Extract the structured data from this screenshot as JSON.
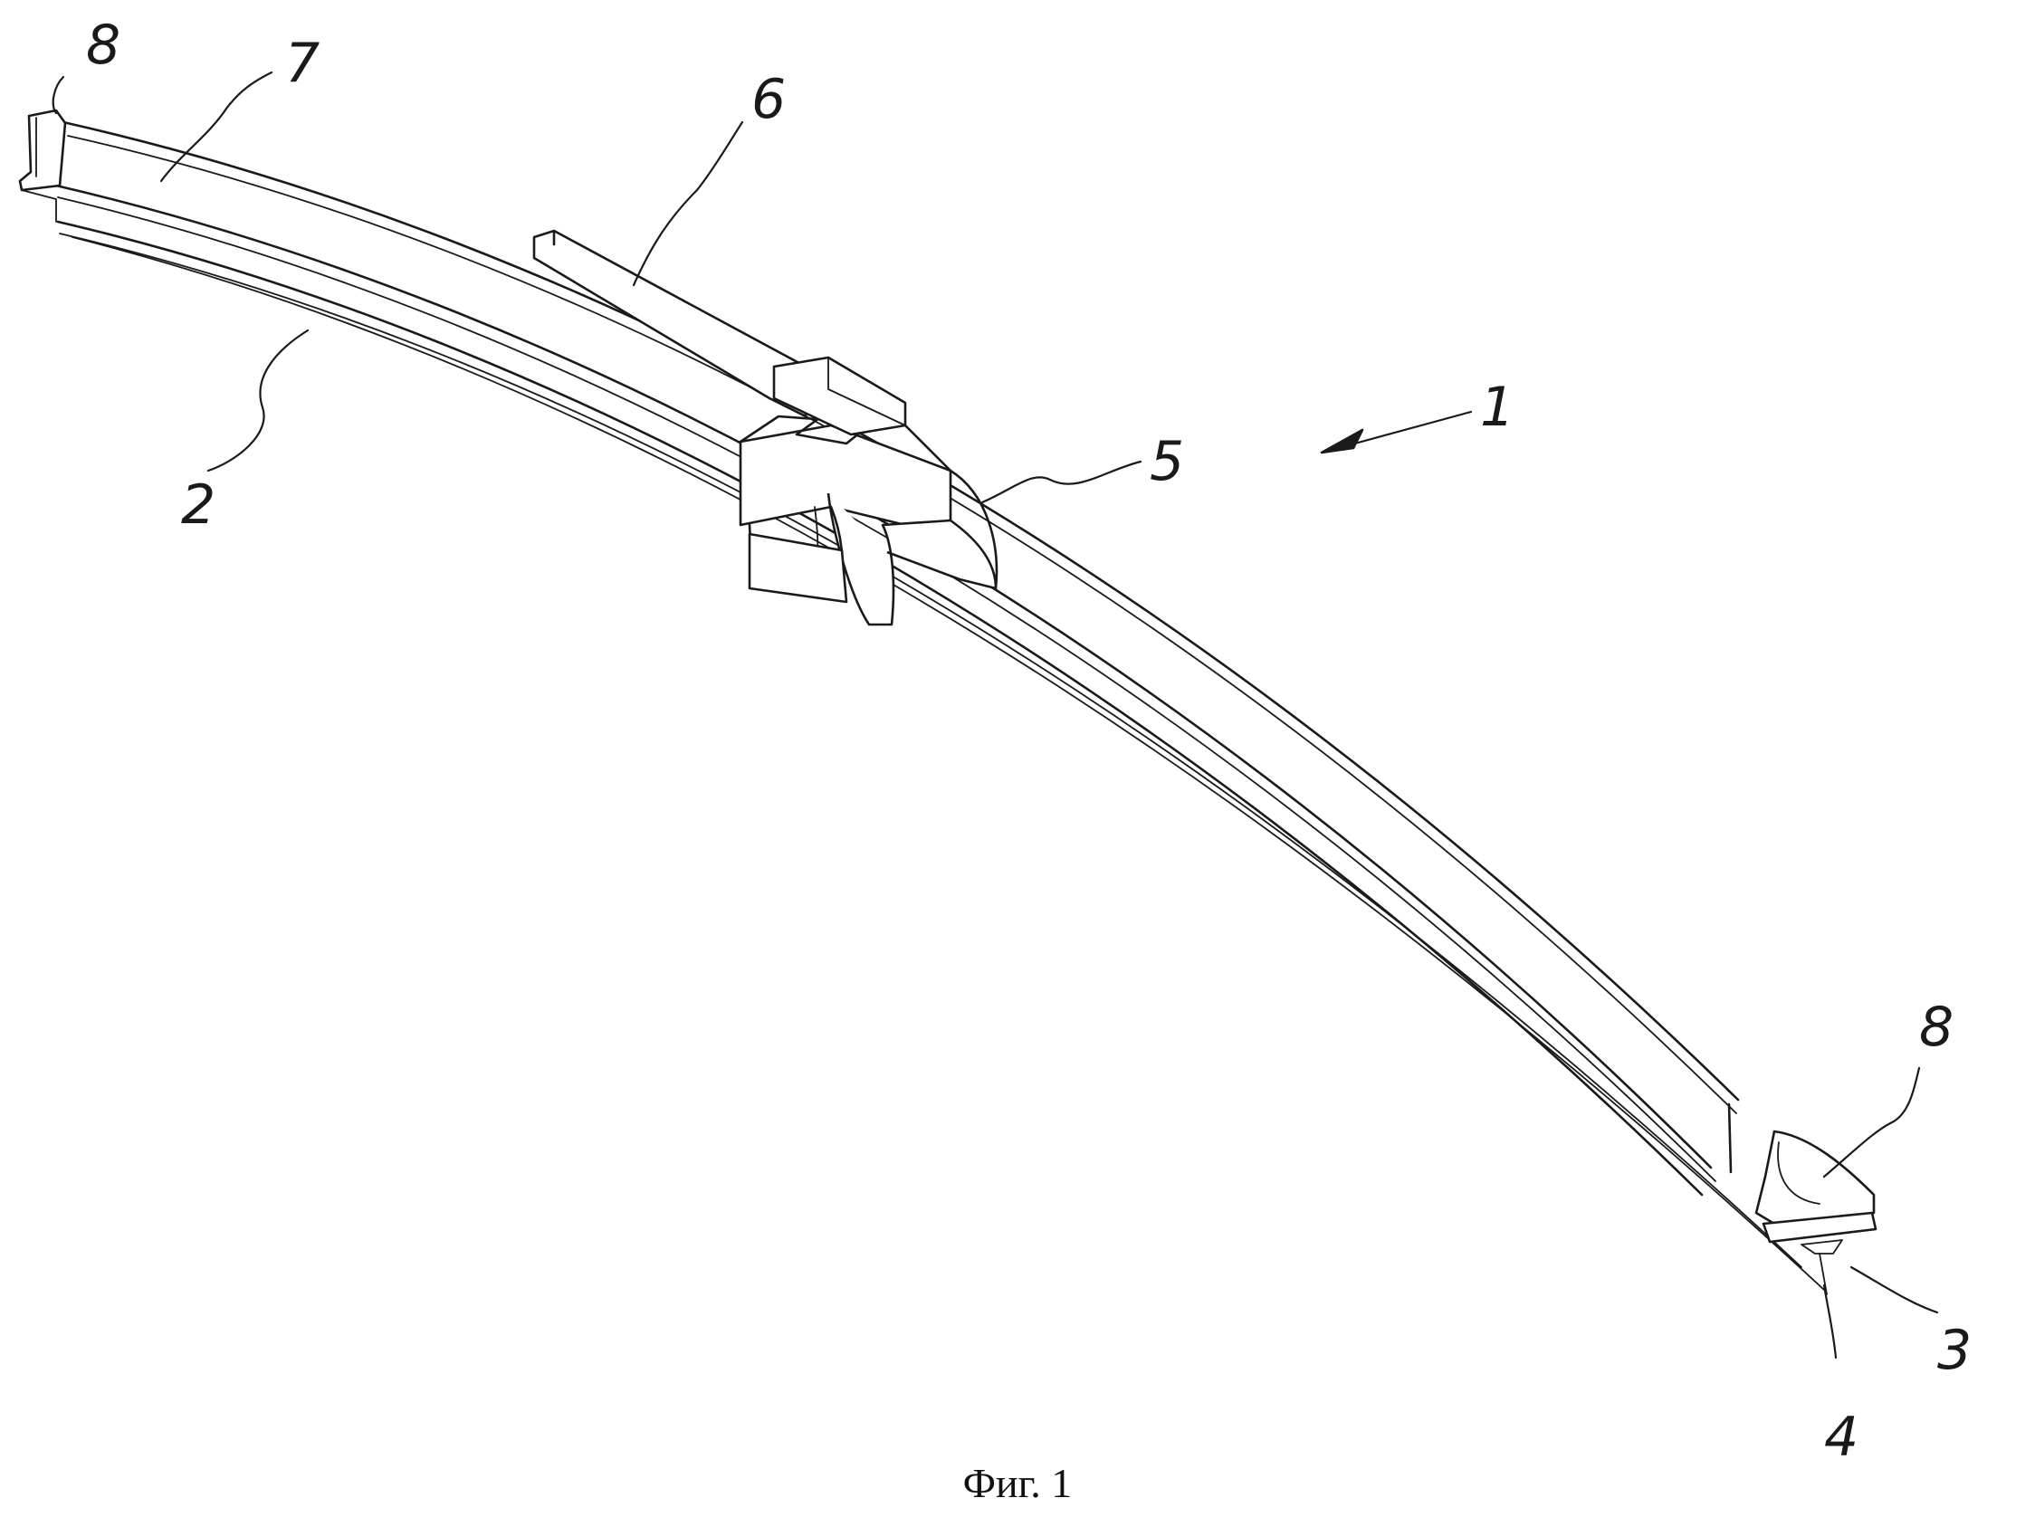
{
  "figure": {
    "caption": "Фиг. 1",
    "reference_numerals": {
      "r1": "1",
      "r2": "2",
      "r3": "3",
      "r4": "4",
      "r5": "5",
      "r6": "6",
      "r7": "7",
      "r8_left": "8",
      "r8_right": "8"
    }
  }
}
